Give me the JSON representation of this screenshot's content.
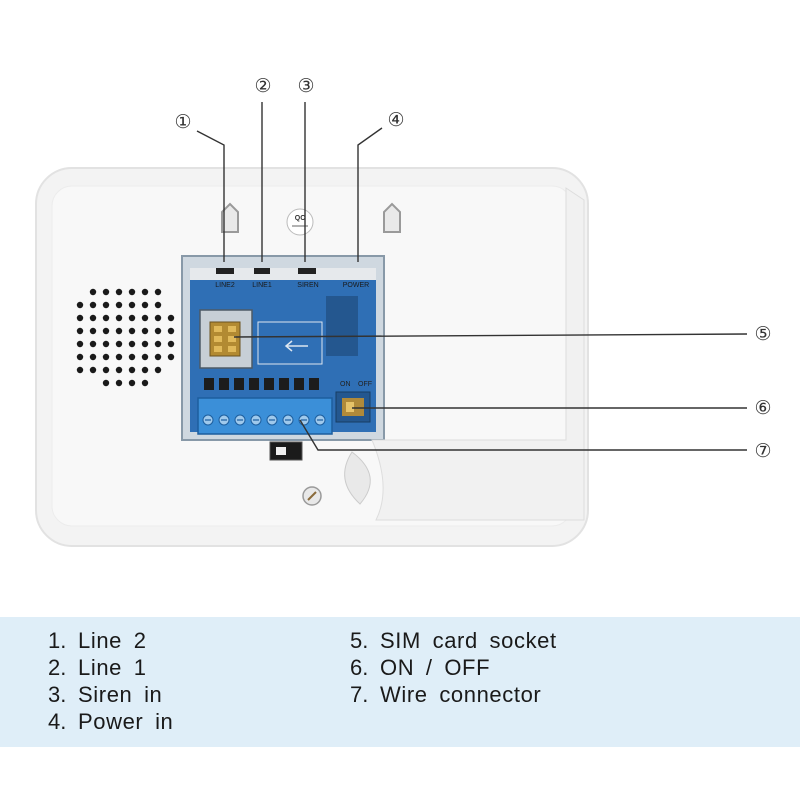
{
  "callouts": [
    {
      "num": "①"
    },
    {
      "num": "②"
    },
    {
      "num": "③"
    },
    {
      "num": "④"
    },
    {
      "num": "⑤"
    },
    {
      "num": "⑥"
    },
    {
      "num": "⑦"
    }
  ],
  "pcb": {
    "terminal_labels": [
      "LINE2",
      "LINE1",
      "SIREN",
      "POWER"
    ],
    "switch_on": "ON",
    "switch_off": "OFF",
    "qc": "QC"
  },
  "legend": {
    "left": [
      {
        "num": "1.",
        "text": "Line 2"
      },
      {
        "num": "2.",
        "text": "Line 1"
      },
      {
        "num": "3.",
        "text": "Siren in"
      },
      {
        "num": "4.",
        "text": "Power in"
      }
    ],
    "right": [
      {
        "num": "5.",
        "text": "SIM card socket"
      },
      {
        "num": "6.",
        "text": "ON / OFF"
      },
      {
        "num": "7.",
        "text": "Wire connector"
      }
    ]
  },
  "colors": {
    "device": "#f4f4f4",
    "pcb": "#2f6fb5",
    "terminal": "#3b8fd8",
    "legend_bg": "#dfeef8"
  }
}
